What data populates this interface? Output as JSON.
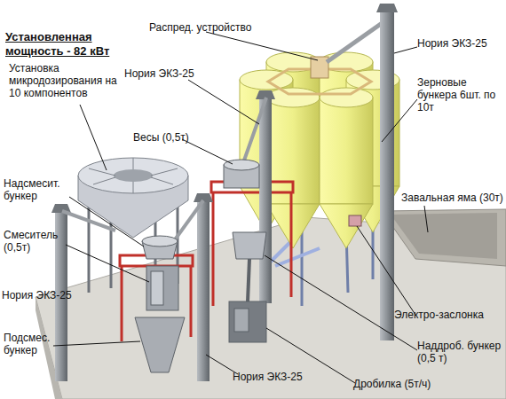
{
  "diagram": {
    "title": "Установленная мощность - 82 кВт",
    "labels": [
      "Распред. устройство",
      "Нория ЭКЗ-25",
      "Нория ЭКЗ-25",
      "Установка микродозирования на 10 компонентов",
      "Зерновые бункера 6шт. по 10т",
      "Весы (0,5т)",
      "Надсмесит. бункер",
      "Завальная яма (30т)",
      "Смеситель (0,5т)",
      "Нория ЭКЗ-25",
      "Электро-заслонка",
      "Подсмес. бункер",
      "Наддроб. бункер (0,5 т)",
      "Нория ЭКЗ-25",
      "Дробилка (5т/ч)"
    ]
  }
}
